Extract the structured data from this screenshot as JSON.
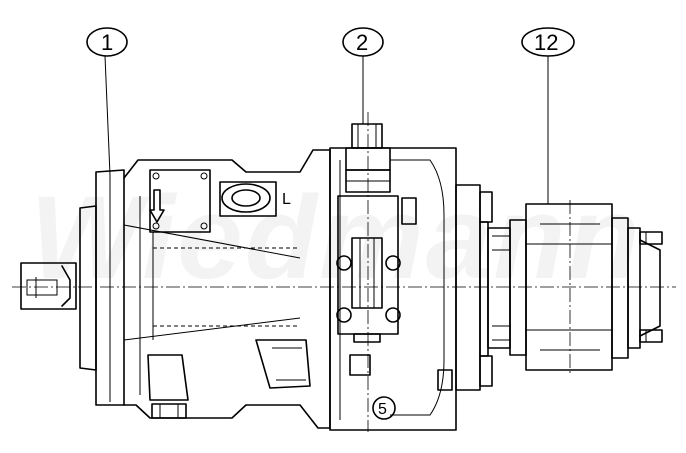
{
  "callouts": [
    {
      "id": "1",
      "label": "1"
    },
    {
      "id": "2",
      "label": "2"
    },
    {
      "id": "12",
      "label": "12"
    }
  ],
  "port_label": "L",
  "part_label_5": "5",
  "watermark": {
    "text": "Wiedmann",
    "color": "#000000"
  },
  "colors": {
    "line": "#000000",
    "background": "#ffffff"
  }
}
